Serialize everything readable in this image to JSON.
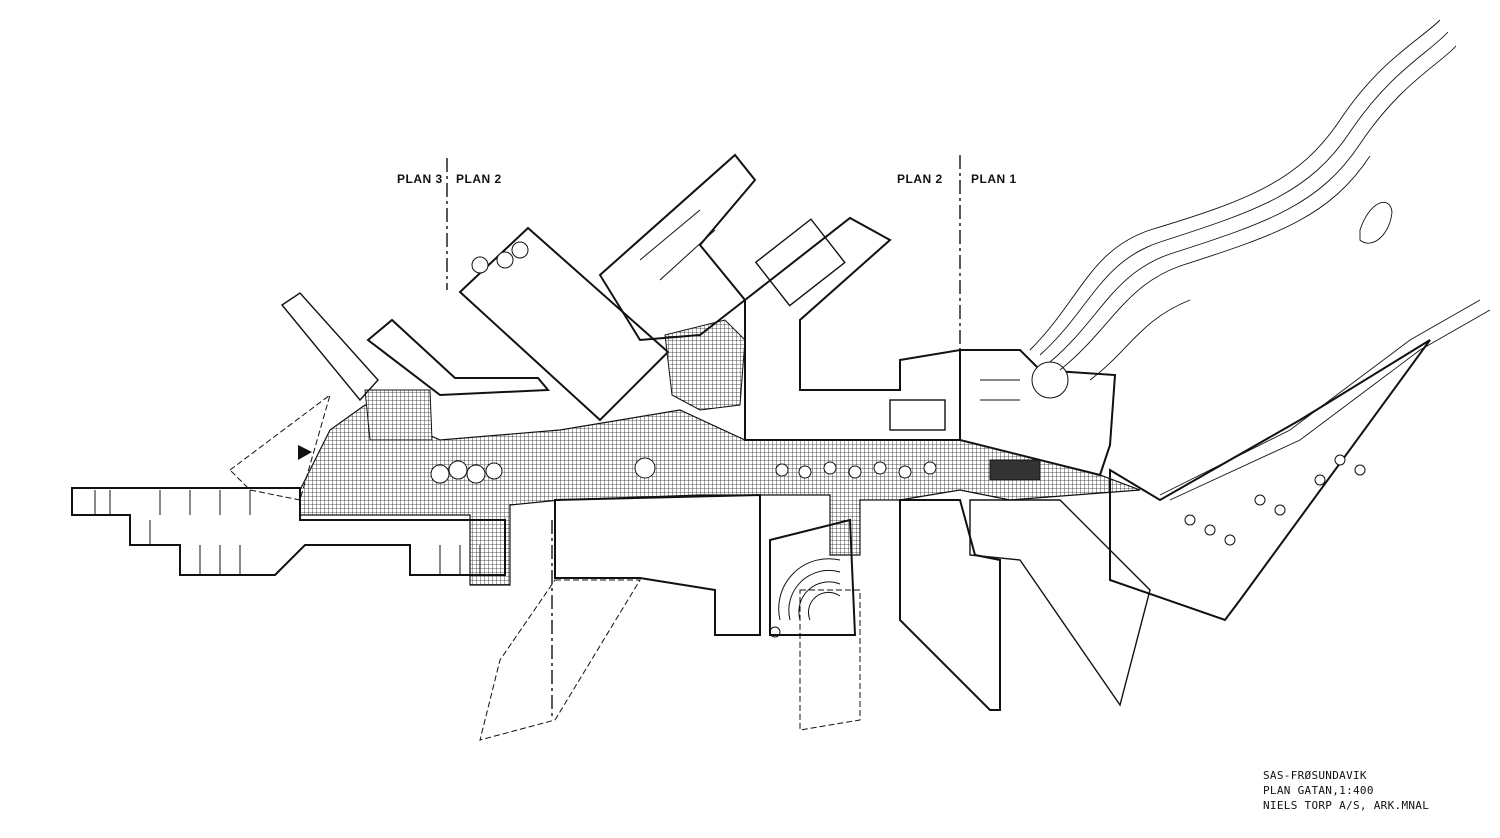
{
  "section_labels": {
    "left_west": "PLAN 3",
    "left_east": "PLAN 2",
    "right_west": "PLAN 2",
    "right_east": "PLAN 1"
  },
  "title_block": {
    "line1": "SAS-FRØSUNDAVIK",
    "line2": "PLAN GATAN,1:400",
    "line3": "NIELS TORP A/S, ARK.MNAL"
  },
  "colors": {
    "ink": "#111111",
    "paper": "#ffffff"
  }
}
